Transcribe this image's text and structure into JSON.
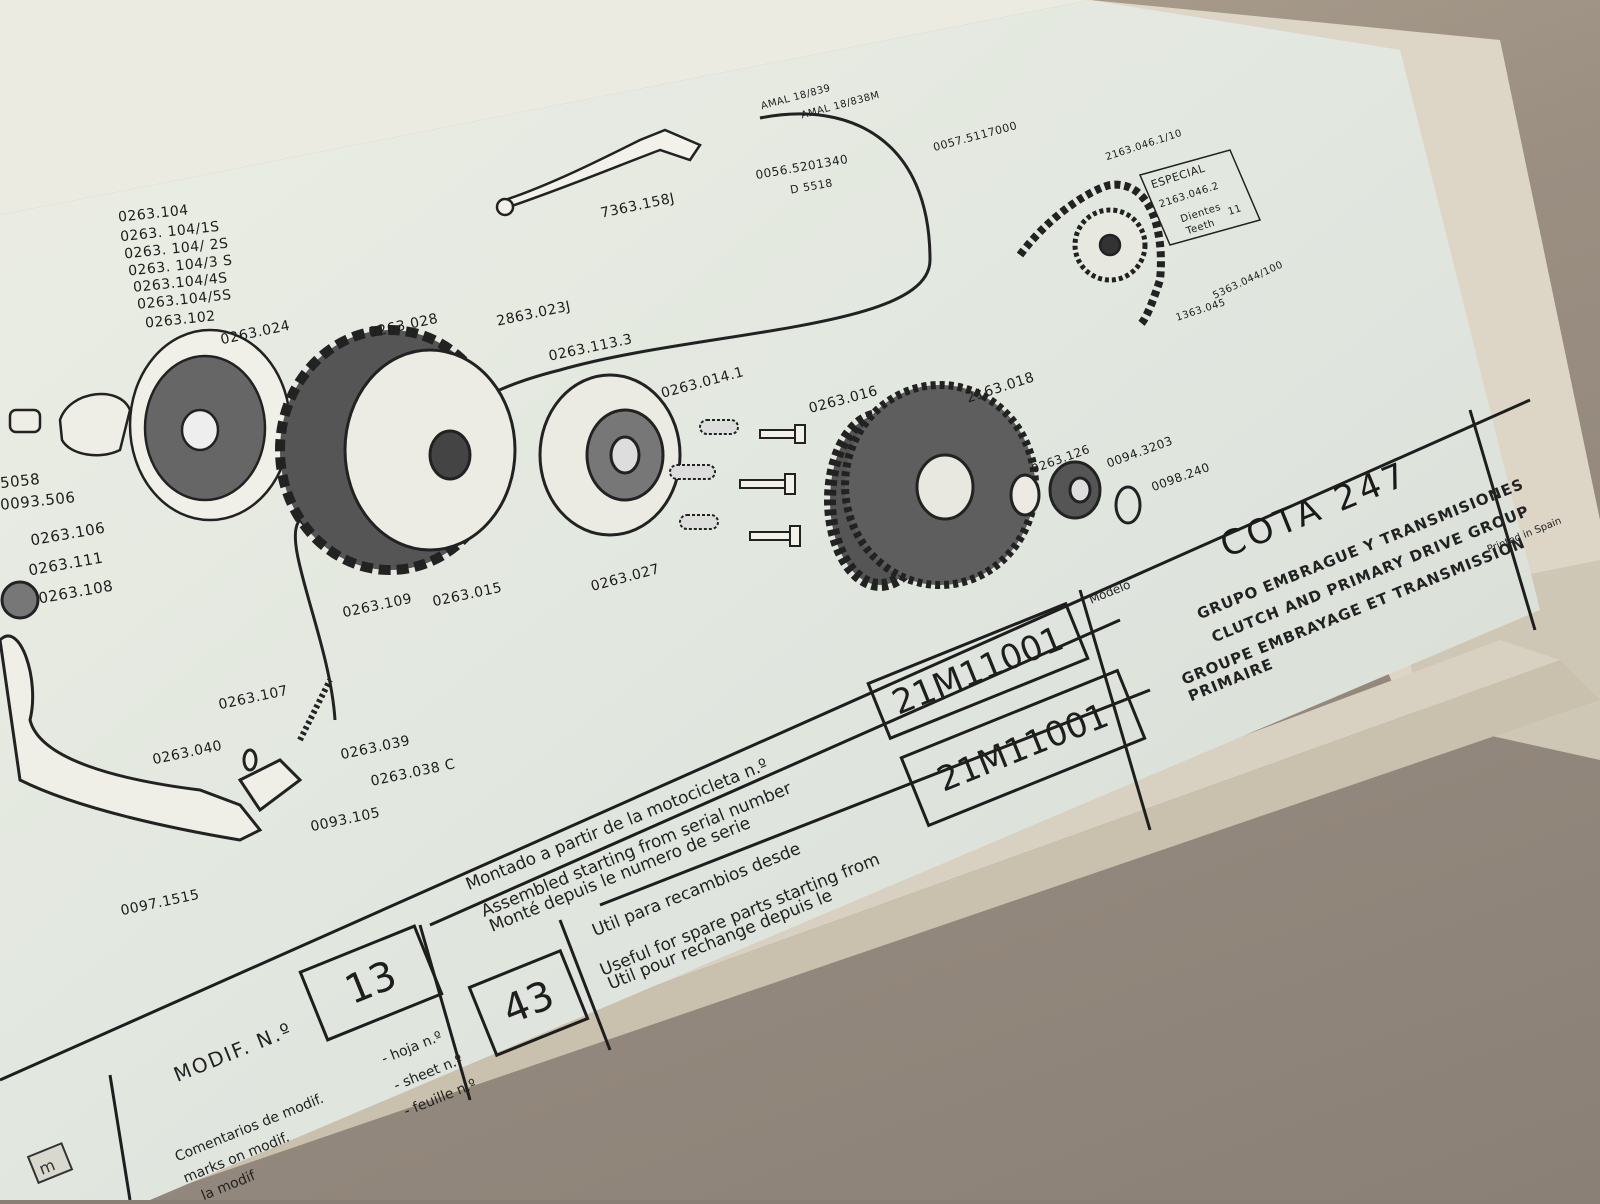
{
  "parts": {
    "p_0263_104": "0263.104",
    "p_0263_104_1s": "0263. 104/1S",
    "p_0263_104_2s": "0263. 104/ 2S",
    "p_0263_104_3s": "0263. 104/3 S",
    "p_0263_104_4s": "0263.104/4S",
    "p_0263_104_5s": "0263.104/5S",
    "p_0263_102": "0263.102",
    "p_0263_024": "0263.024",
    "p_0263_028": "0263.028",
    "p_2863_023j": "2863.023J",
    "p_0263_113_3": "0263.113.3",
    "p_0263_014_1": "0263.014.1",
    "p_0263_016": "0263.016",
    "p_2163_018": "2163.018",
    "p_0263_126": "0263.126",
    "p_0094_3203": "0094.3203",
    "p_0098_240": "0098.240",
    "p_7363_158j": "7363.158J",
    "p_amal_18_839": "AMAL 18/839",
    "p_amal_18_838m": "AMAL 18/838M",
    "p_0056_5201340": "0056.5201340",
    "p_d5518": "D 5518",
    "p_0057_5117000": "0057.5117000",
    "p_2163_046_1_10": "2163.046.1/10",
    "p_especial": "ESPECIAL",
    "p_2163_046_2": "2163.046.2",
    "p_dientes": "Dientes",
    "p_teeth": "Teeth",
    "p_11": "11",
    "p_5363_044_100": "5363.044/100",
    "p_1363_045": "1363.045",
    "p_5058": "5058",
    "p_0093_506": "0093.506",
    "p_0263_106": "0263.106",
    "p_0263_111": "0263.111",
    "p_0263_108": "0263.108",
    "p_0263_109": "0263.109",
    "p_0263_015": "0263.015",
    "p_0263_027": "0263.027",
    "p_0263_107": "0263.107",
    "p_0263_040": "0263.040",
    "p_0263_039": "0263.039",
    "p_0263_038c": "0263.038 C",
    "p_0093_105": "0093.105",
    "p_0097_1515": "0097.1515"
  },
  "title_block": {
    "modelo_label": "Modelo",
    "model": "COTA 247",
    "group_es": "GRUPO EMBRAGUE Y TRANSMISIONES",
    "group_en": "CLUTCH AND PRIMARY DRIVE GROUP",
    "group_fr": "GROUPE EMBRAYAGE ET TRANSMISSION PRIMAIRE",
    "printed": "Printed in Spain",
    "serial_1": "21M11001",
    "serial_2": "21M11001",
    "mounted_es": "Montado a partir de la motocicleta n.º",
    "mounted_en": "Assembled starting from serial number",
    "mounted_fr": "Monté depuis le numero de serie",
    "spare_es": "Util para recambios desde",
    "spare_en": "Useful for spare parts starting from",
    "spare_fr": "Util pour rechange depuis le",
    "modif_label": "MODIF. N.º",
    "modif_value": "13",
    "sheet_es": "- hoja n.º",
    "sheet_en": "- sheet n.º",
    "sheet_fr": "- feuille n.º",
    "sheet_value": "43",
    "comments_es": "Comentarios de modif.",
    "comments_en": "marks on modif.",
    "comments_fr": "la modif"
  },
  "colors": {
    "paper": "#e3e6dc",
    "ink": "#1e1e1e",
    "floor": "#9b8f82"
  }
}
